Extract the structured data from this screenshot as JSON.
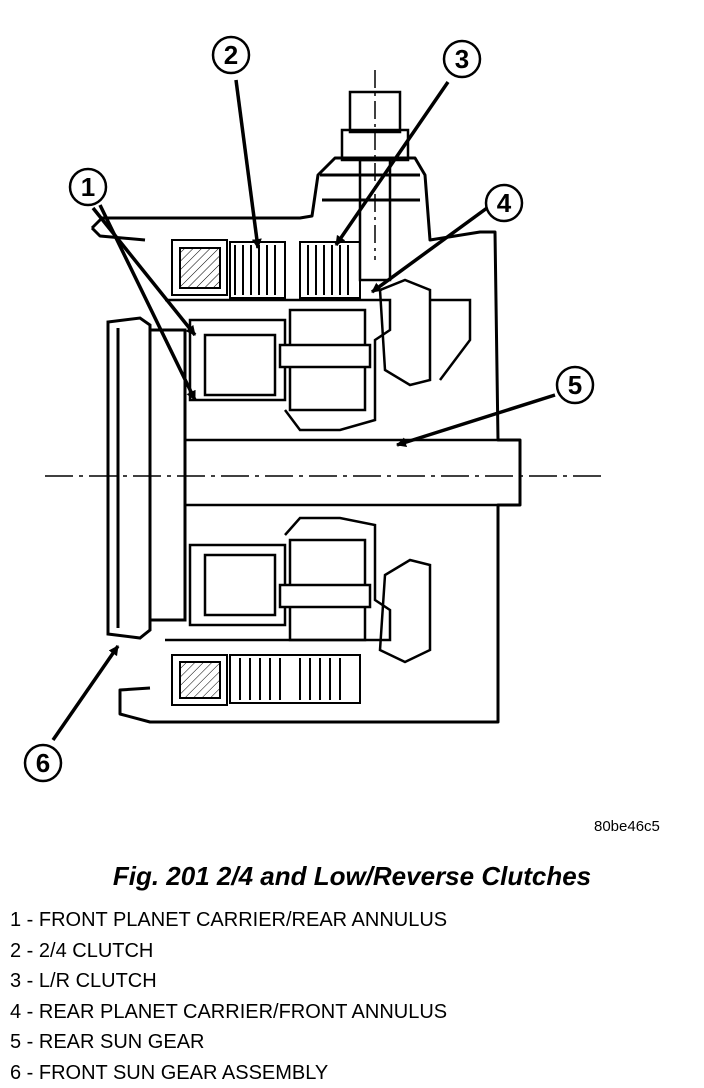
{
  "diagram": {
    "callouts": [
      "1",
      "2",
      "3",
      "4",
      "5",
      "6"
    ],
    "reference_code": "80be46c5"
  },
  "caption": "Fig. 201 2/4 and Low/Reverse Clutches",
  "legend": [
    "1 - FRONT PLANET CARRIER/REAR ANNULUS",
    "2 - 2/4 CLUTCH",
    "3 - L/R CLUTCH",
    "4 - REAR PLANET CARRIER/FRONT ANNULUS",
    "5 - REAR SUN GEAR",
    "6 - FRONT SUN GEAR ASSEMBLY"
  ]
}
